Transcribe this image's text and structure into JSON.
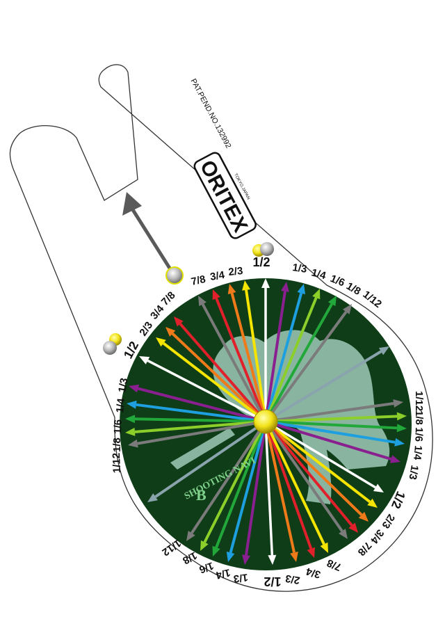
{
  "brand": {
    "logo": "ORITEX",
    "location": "TOKYO,JAPAN",
    "patent": "PAT.PEND.NO.132992"
  },
  "dial": {
    "product_name": "SHOOTING NAVI",
    "product_variant": "B"
  },
  "labels": {
    "top": {
      "half": "1/2",
      "right": [
        "1/3",
        "1/4",
        "1/6",
        "1/8",
        "1/12"
      ],
      "left": [
        "7/8",
        "3/4",
        "2/3"
      ]
    },
    "left_upper": {
      "half": "1/2",
      "items": [
        "2/3",
        "3/4",
        "7/8"
      ]
    },
    "left_side": {
      "items": [
        "1/3",
        "1/4",
        "1/6",
        "1/8",
        "1/12"
      ]
    },
    "right_side": {
      "items": [
        "1/12",
        "1/8",
        "1/6",
        "1/4",
        "1/3"
      ]
    },
    "right_lower": {
      "half": "1/2",
      "items": [
        "2/3",
        "3/4",
        "7/8"
      ]
    },
    "bottom": {
      "half": "1/2",
      "left": [
        "1/12",
        "1/8",
        "1/6",
        "1/4",
        "1/3"
      ],
      "right": [
        "2/3",
        "3/4",
        "7/8"
      ]
    }
  },
  "colors": {
    "dial_bg": "#0f3d18",
    "figure": "#9fc9b8",
    "white": "#ffffff",
    "cue": "#6e6e6e",
    "red": "#e0202a",
    "orange": "#ef7a1a",
    "yellow": "#f4e400",
    "lightgreen": "#8ccf2a",
    "green": "#22a83a",
    "blue": "#1ea0e0",
    "purple": "#8a1f8f",
    "gray": "#7b7b7b",
    "slate": "#8aa4ad"
  }
}
